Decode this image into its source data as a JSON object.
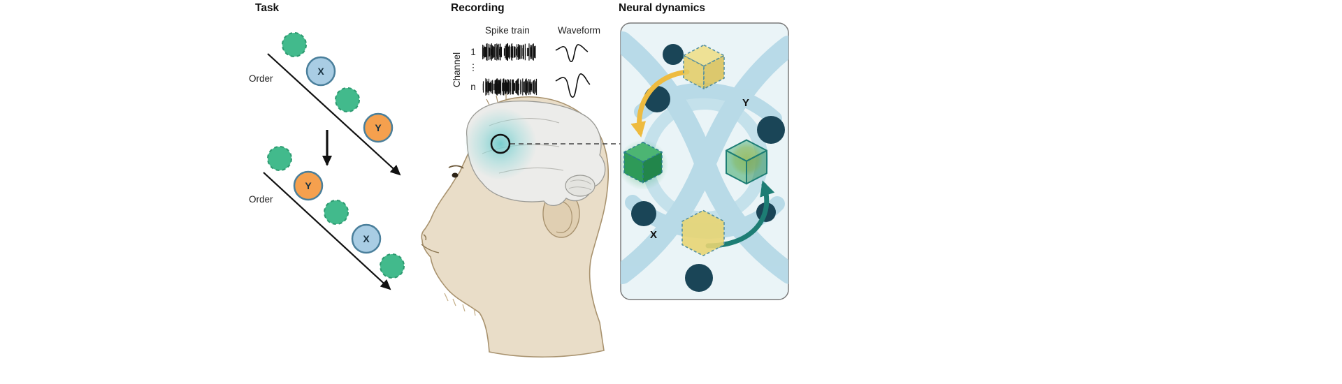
{
  "figure": {
    "panels": {
      "task": {
        "title": "Task",
        "order_label_1": "Order",
        "order_label_2": "Order",
        "item_x_1": "X",
        "item_y_1": "Y",
        "item_x_2": "X",
        "item_y_2": "Y"
      },
      "recording": {
        "title": "Recording",
        "spike_train_label": "Spike train",
        "waveform_label": "Waveform",
        "channel_label": "Channel",
        "channel_first": "1",
        "channel_dots": "⋮",
        "channel_last": "n"
      },
      "neural_dynamics": {
        "title": "Neural dynamics",
        "state_y_label": "Y",
        "state_x_label": "X"
      }
    },
    "colors": {
      "green_item": "#42ba8c",
      "green_item_border": "#2d9a70",
      "blue_item": "#a9cde4",
      "orange_item": "#f5a04e",
      "item_border": "#4a7f9b",
      "arrow": "#111111",
      "monkey_skin": "#e9ddc8",
      "monkey_outline": "#a8926e",
      "brain_fill": "#ececea",
      "brain_outline": "#9a9a95",
      "implant_glow": "#6ccaca",
      "neural_panel_bg": "#eaf4f7",
      "neural_panel_border": "#7a7a7a",
      "manifold_ribbon": "#b3d8e6",
      "node_dark": "#1a4557",
      "cube_yellow": "#e8d573",
      "cube_green": "#2e9a58",
      "cube_edge": "#5590a0",
      "arrow_yellow": "#eebb3f",
      "arrow_teal": "#1d7d74"
    }
  }
}
